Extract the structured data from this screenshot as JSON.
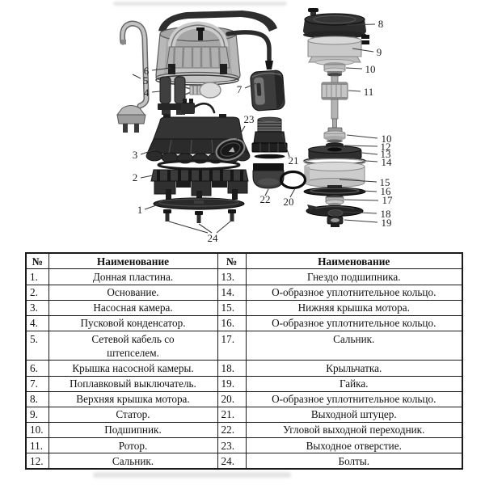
{
  "diagram": {
    "callouts": {
      "c1": "1",
      "c2": "2",
      "c3": "3",
      "c4": "4",
      "c5": "5",
      "c6": "6",
      "c7": "7",
      "c8": "8",
      "c9": "9",
      "c10a": "10",
      "c10b": "10",
      "c11": "11",
      "c12": "12",
      "c13": "13",
      "c14": "14",
      "c15": "15",
      "c16": "16",
      "c17": "17",
      "c18": "18",
      "c19": "19",
      "c20": "20",
      "c21": "21",
      "c22": "22",
      "c23": "23",
      "c24": "24"
    }
  },
  "table": {
    "headers": [
      "№",
      "Наименование",
      "№",
      "Наименование"
    ],
    "rows": [
      [
        "1.",
        "Донная пластина.",
        "13.",
        "Гнездо подшипника."
      ],
      [
        "2.",
        "Основание.",
        "14.",
        "О-образное уплотнительное кольцо."
      ],
      [
        "3.",
        "Насосная камера.",
        "15.",
        "Нижняя крышка мотора."
      ],
      [
        "4.",
        "Пусковой конденсатор.",
        "16.",
        "О-образное уплотнительное кольцо."
      ],
      [
        "5.",
        "Сетевой кабель со\nштепселем.",
        "17.",
        "Сальник."
      ],
      [
        "6.",
        "Крышка насосной камеры.",
        "18.",
        "Крыльчатка."
      ],
      [
        "7.",
        "Поплавковый выключатель.",
        "19.",
        "Гайка."
      ],
      [
        "8.",
        "Верхняя крышка мотора.",
        "20.",
        "О-образное уплотнительное кольцо."
      ],
      [
        "9.",
        "Статор.",
        "21.",
        "Выходной штуцер."
      ],
      [
        "10.",
        "Подшипник.",
        "22.",
        "Угловой выходной переходник."
      ],
      [
        "11.",
        "Ротор.",
        "23.",
        "Выходное отверстие."
      ],
      [
        "12.",
        "Сальник.",
        "24.",
        "Болты."
      ]
    ]
  }
}
